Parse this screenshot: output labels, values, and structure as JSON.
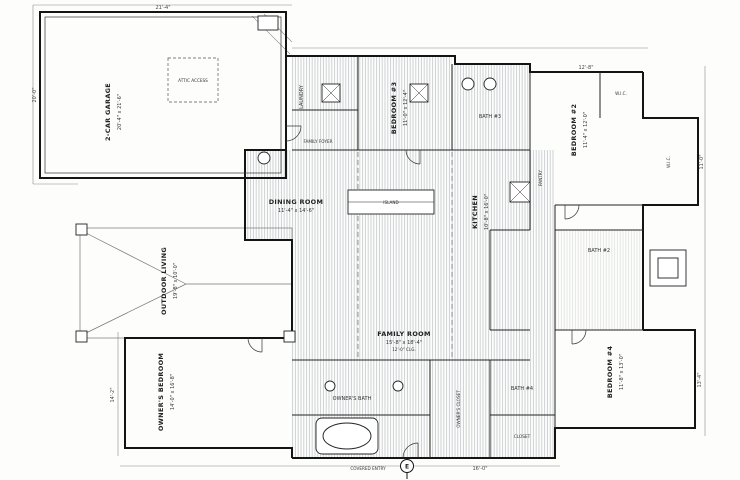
{
  "palette": {
    "ink": "#141414",
    "hatch": "#9aa2a8",
    "paper": "#fdfdfc"
  },
  "rooms": {
    "garage": {
      "name": "2-CAR GARAGE",
      "dims": "20'-4\" x 21'-6\""
    },
    "attic": {
      "name": "ATTIC ACCESS"
    },
    "laundry": {
      "name": "LAUNDRY"
    },
    "family_foyer": {
      "name": "FAMILY FOYER"
    },
    "bedroom3": {
      "name": "BEDROOM #3",
      "dims": "11'-0\" x 12'-4\""
    },
    "bath3": {
      "name": "BATH #3"
    },
    "bedroom2": {
      "name": "BEDROOM #2",
      "dims": "11'-4\" x 12'-0\""
    },
    "wic2": {
      "name": "W.I.C."
    },
    "dining": {
      "name": "DINING ROOM",
      "dims": "11'-4\" x 14'-6\""
    },
    "kitchen": {
      "name": "KITCHEN",
      "dims": "10'-8\" x 16'-0\""
    },
    "island": {
      "name": "ISLAND"
    },
    "pantry": {
      "name": "PANTRY"
    },
    "bath2": {
      "name": "BATH #2"
    },
    "wic_right": {
      "name": "W.I.C."
    },
    "outdoor": {
      "name": "OUTDOOR LIVING",
      "dims": "19'-8\" x 10'-0\""
    },
    "family": {
      "name": "FAMILY ROOM",
      "dims": "15'-8\" x 18'-4\"",
      "clg": "12'-0\" CLG."
    },
    "owners_bed": {
      "name": "OWNER'S BEDROOM",
      "dims": "14'-0\" x 16'-8\""
    },
    "owners_bath": {
      "name": "OWNER'S BATH"
    },
    "owners_closet": {
      "name": "OWNER'S CLOSET"
    },
    "closet": {
      "name": "CLOSET"
    },
    "bath4": {
      "name": "BATH #4"
    },
    "bedroom4": {
      "name": "BEDROOM #4",
      "dims": "11'-8\" x 13'-0\""
    },
    "entry": {
      "name": "COVERED ENTRY"
    }
  },
  "perimeter_dims": {
    "top": "21'-4\"",
    "left": "20'-0\"",
    "top_right": "12'-8\"",
    "right_upper": "11'-0\"",
    "right_lower": "13'-4\"",
    "bottom": "16'-0\"",
    "left_lower": "14'-2\""
  },
  "symbols": {
    "meter": "E"
  }
}
